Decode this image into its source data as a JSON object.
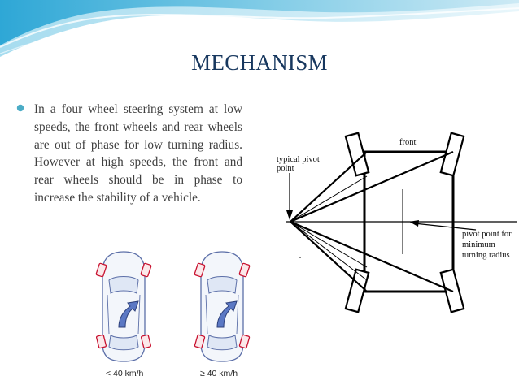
{
  "slide": {
    "title": "MECHANISM",
    "bullet": "In a four wheel steering system at low speeds, the front wheels and rear wheels are out of phase for low turning radius. However at high speeds, the front and rear wheels should be in phase to increase the stability of a vehicle.",
    "colors": {
      "title": "#17375e",
      "bullet": "#4bacc6",
      "wave_light": "#cdeaf5",
      "wave_mid": "#7fcbe6",
      "wave_dark": "#2ea7d6"
    }
  },
  "cars": {
    "low_speed_label": "< 40 km/h",
    "high_speed_label": "≥ 40 km/h"
  },
  "diagram": {
    "front_label": "front",
    "typical_pivot_line1": "typical pivot",
    "typical_pivot_line2": "point",
    "min_pivot_line1": "pivot point for",
    "min_pivot_line2": "minimum",
    "min_pivot_line3": "turning radius"
  }
}
